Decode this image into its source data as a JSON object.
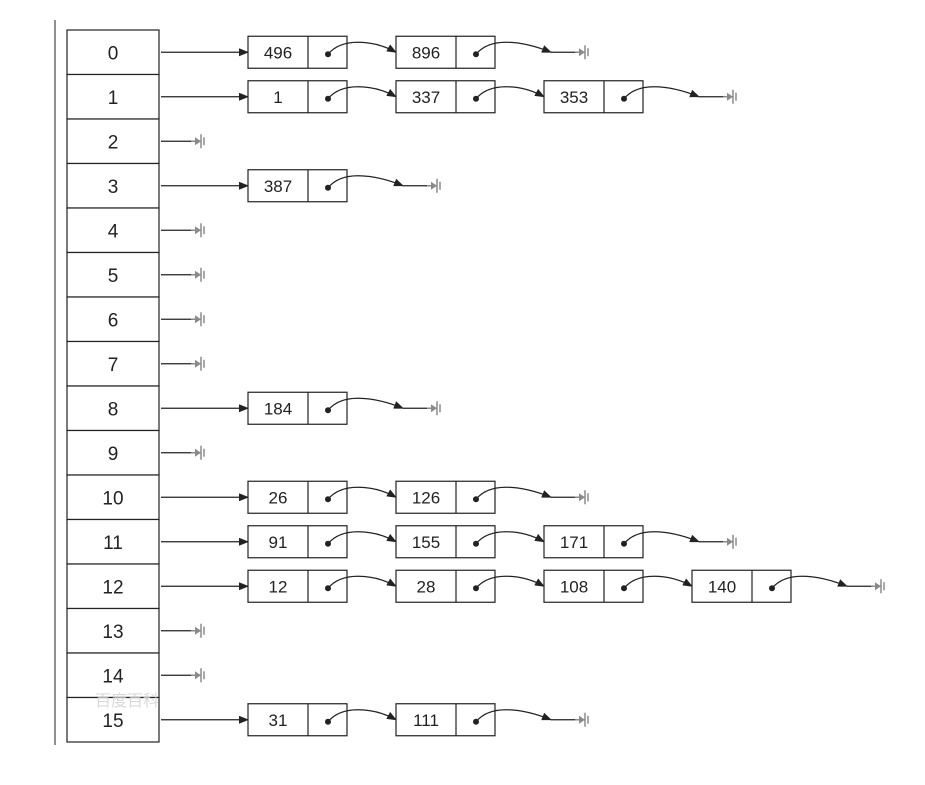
{
  "hash_table": {
    "buckets": [
      {
        "index": "0",
        "chain": [
          "496",
          "896"
        ]
      },
      {
        "index": "1",
        "chain": [
          "1",
          "337",
          "353"
        ]
      },
      {
        "index": "2",
        "chain": []
      },
      {
        "index": "3",
        "chain": [
          "387"
        ]
      },
      {
        "index": "4",
        "chain": []
      },
      {
        "index": "5",
        "chain": []
      },
      {
        "index": "6",
        "chain": []
      },
      {
        "index": "7",
        "chain": []
      },
      {
        "index": "8",
        "chain": [
          "184"
        ]
      },
      {
        "index": "9",
        "chain": []
      },
      {
        "index": "10",
        "chain": [
          "26",
          "126"
        ]
      },
      {
        "index": "11",
        "chain": [
          "91",
          "155",
          "171"
        ]
      },
      {
        "index": "12",
        "chain": [
          "12",
          "28",
          "108",
          "140"
        ]
      },
      {
        "index": "13",
        "chain": []
      },
      {
        "index": "14",
        "chain": []
      },
      {
        "index": "15",
        "chain": [
          "31",
          "111"
        ]
      }
    ]
  },
  "watermark": {
    "text": "百度百科"
  },
  "colors": {
    "stroke": "#222222",
    "null_terminator": "#8a8a8a",
    "background": "#ffffff"
  }
}
